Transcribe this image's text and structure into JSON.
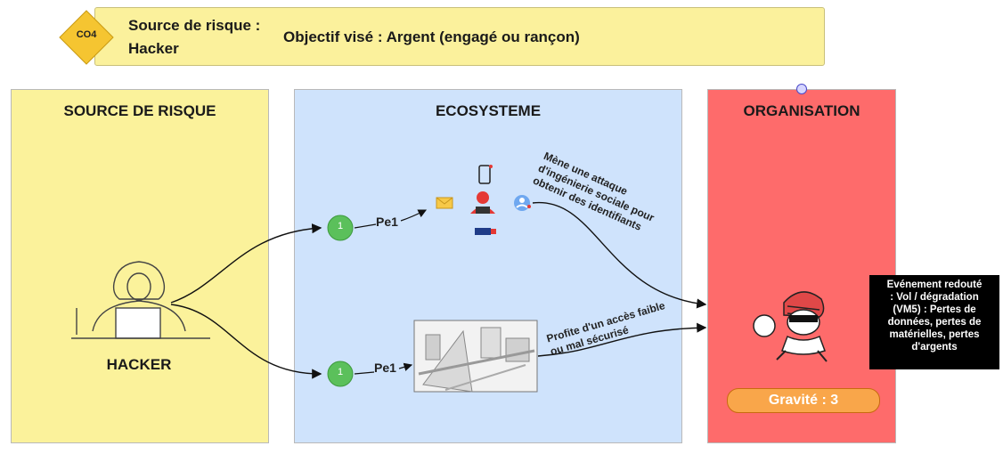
{
  "header": {
    "code": "CO4",
    "source_line1": "Source de risque :",
    "source_line2": "Hacker",
    "objective": "Objectif visé : Argent (engagé ou rançon)"
  },
  "columns": {
    "source": {
      "title": "SOURCE DE RISQUE",
      "actor": "HACKER"
    },
    "ecosystem": {
      "title": "ECOSYSTEME"
    },
    "organisation": {
      "title": "ORGANISATION"
    }
  },
  "paths": [
    {
      "node": "1",
      "label": "Pe1",
      "action_line1": "Mène une attaque",
      "action_line2": "d'ingénierie sociale pour",
      "action_line3": "obtenir des identifiants"
    },
    {
      "node": "1",
      "label": "Pe1",
      "action_line1": "Profite d'un accès faible",
      "action_line2": "ou mal sécurisé"
    }
  ],
  "event": {
    "line1": "Evénement redouté",
    "line2": ": Vol / dégradation",
    "line3": "(VM5) :  Pertes de",
    "line4": "données, pertes de",
    "line5": "matérielles, pertes",
    "line6": "d'argents"
  },
  "gravity": "Gravité : 3",
  "colors": {
    "source_bg": "#fbf29b",
    "ecosystem_bg": "#cfe3fc",
    "organisation_bg": "#fe6b6b",
    "node_green": "#5bc05b",
    "gravity_bg": "#f9a64a"
  }
}
